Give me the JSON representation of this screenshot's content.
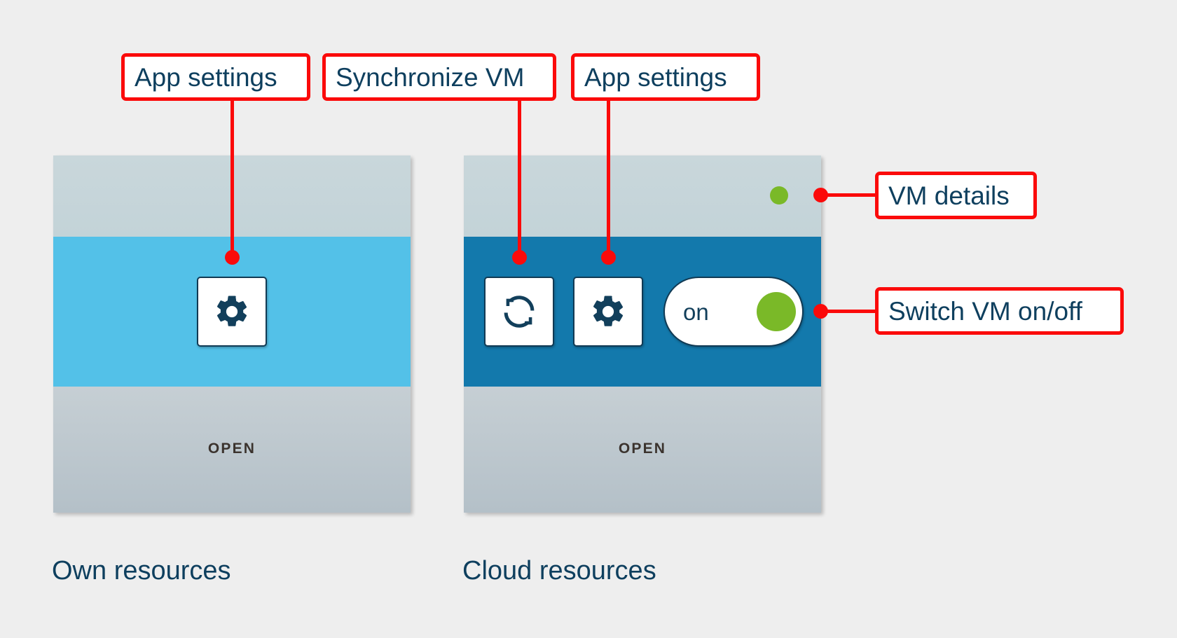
{
  "background_color": "#eeeeee",
  "accent_color": "#fb0a0a",
  "text_color": "#0e3f5e",
  "status_color": "#7ab928",
  "cards": [
    {
      "id": "own-resources",
      "caption": "Own resources",
      "open_label": "OPEN",
      "header_color": "#c3d3d8",
      "action_bar_color": "#53c1e8",
      "footer_color": "#b9c5cd",
      "buttons": [
        {
          "name": "app-settings",
          "icon": "gear-icon",
          "tooltip": "App settings"
        }
      ],
      "has_status_dot": false,
      "has_toggle": false
    },
    {
      "id": "cloud-resources",
      "caption": "Cloud resources",
      "open_label": "OPEN",
      "header_color": "#c3d3d8",
      "action_bar_color": "#1379ac",
      "footer_color": "#b9c5cd",
      "buttons": [
        {
          "name": "synchronize-vm",
          "icon": "sync-icon",
          "tooltip": "Synchronize VM"
        },
        {
          "name": "app-settings",
          "icon": "gear-icon",
          "tooltip": "App settings"
        }
      ],
      "has_status_dot": true,
      "status_dot_color": "#7ab928",
      "has_toggle": true,
      "toggle": {
        "label": "on",
        "state": "on",
        "knob_color": "#7ab928"
      }
    }
  ],
  "callouts": [
    {
      "id": "callout-app-settings-own",
      "text": "App settings"
    },
    {
      "id": "callout-synchronize-vm",
      "text": "Synchronize VM"
    },
    {
      "id": "callout-app-settings-cloud",
      "text": "App settings"
    },
    {
      "id": "callout-vm-details",
      "text": "VM details"
    },
    {
      "id": "callout-switch-vm",
      "text": "Switch VM on/off"
    }
  ]
}
